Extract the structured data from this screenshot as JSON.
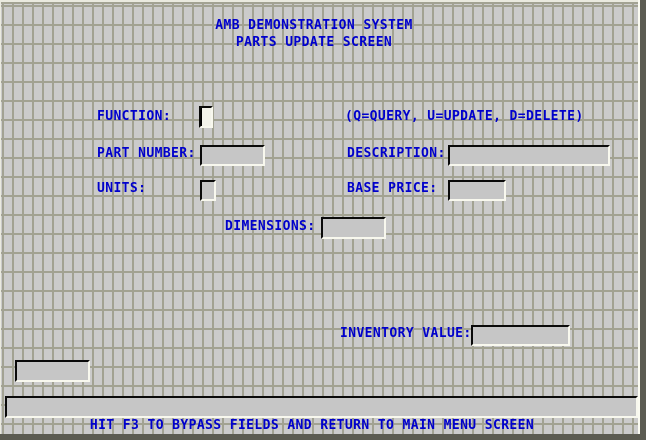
{
  "screen": {
    "title_line1": "AMB DEMONSTRATION SYSTEM",
    "title_line2": "PARTS UPDATE SCREEN",
    "footer_message": "HIT F3 TO BYPASS FIELDS AND RETURN TO MAIN MENU SCREEN"
  },
  "fields": {
    "function": {
      "label": "FUNCTION:",
      "value": "",
      "hint": "(Q=QUERY, U=UPDATE, D=DELETE)"
    },
    "part_number": {
      "label": "PART NUMBER:",
      "value": ""
    },
    "description": {
      "label": "DESCRIPTION:",
      "value": ""
    },
    "units": {
      "label": "UNITS:",
      "value": ""
    },
    "base_price": {
      "label": "BASE PRICE:",
      "value": ""
    },
    "dimensions": {
      "label": "DIMENSIONS:",
      "value": ""
    },
    "inventory_value": {
      "label": "INVENTORY VALUE:",
      "value": ""
    },
    "status": {
      "value": ""
    },
    "message": {
      "value": ""
    }
  },
  "colors": {
    "label_text": "#0000cc",
    "background_cell": "#cbcbcb",
    "grid_line": "#a2a292",
    "field_fill": "#c6c6c6",
    "focused_field_fill": "#f3f3ea",
    "window_shadow": "#5b5b51"
  }
}
